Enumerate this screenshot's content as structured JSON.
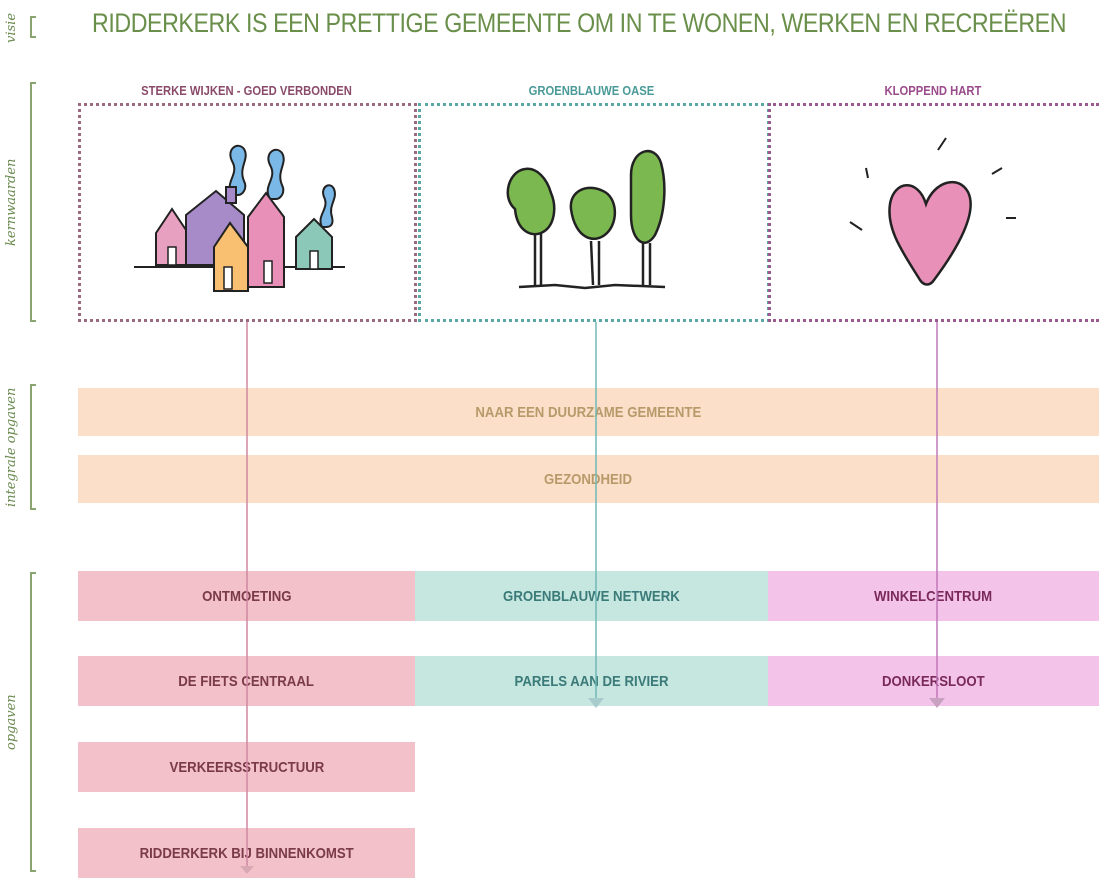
{
  "title": "RIDDERKERK IS EEN PRETTIGE GEMEENTE OM IN TE WONEN, WERKEN EN RECREËREN",
  "side_labels": {
    "visie": "visie",
    "kernwaarden": "kernwaarden",
    "integrale": "integrale opgaven",
    "opgaven": "opgaven"
  },
  "columns": [
    {
      "label": "STERKE WIJKEN - GOED VERBONDEN",
      "color": "#8a4a6a"
    },
    {
      "label": "GROENBLAUWE OASE",
      "color": "#4a9a98"
    },
    {
      "label": "KLOPPEND HART",
      "color": "#9a4a8a"
    }
  ],
  "integrale_opgaven": [
    "NAAR EEN DUURZAME GEMEENTE",
    "GEZONDHEID"
  ],
  "opgaven": {
    "col1": [
      "ONTMOETING",
      "DE FIETS CENTRAAL",
      "VERKEERSSTRUCTUUR",
      "RIDDERKERK BIJ BINNENKOMST"
    ],
    "col2": [
      "GROENBLAUWE NETWERK",
      "PARELS AAN DE RIVIER"
    ],
    "col3": [
      "WINKELCENTRUM",
      "DONKERSLOOT"
    ]
  },
  "colors": {
    "band": "#fbdfc8",
    "col1_box": "#f2c1c9",
    "col2_box": "#c6e6e0",
    "col3_box": "#f4c3e9",
    "col1_text": "#7a3a48",
    "col2_text": "#3a7a78",
    "col3_text": "#7a2a5a"
  }
}
